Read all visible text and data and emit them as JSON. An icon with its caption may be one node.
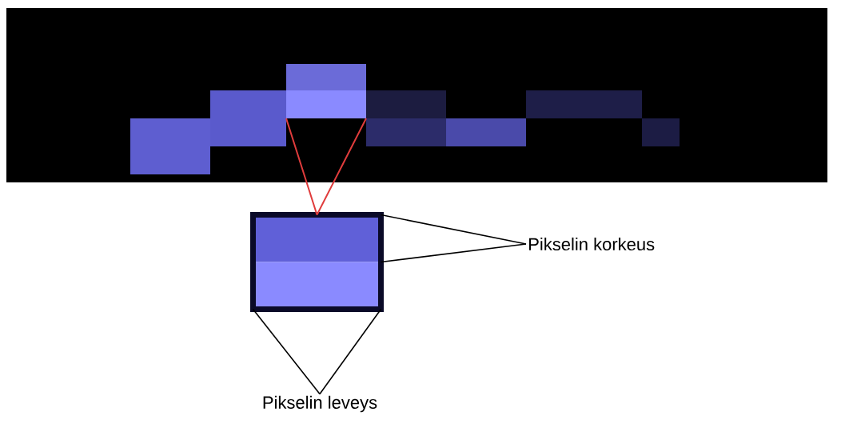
{
  "diagram": {
    "nodes": [
      {
        "text": [],
        "shape": "box"
      },
      {
        "text": [],
        "shape": "box"
      },
      {
        "text": [
          "Pikselin korkeus"
        ]
      },
      {
        "text": [
          "Pikselin leveys"
        ]
      }
    ],
    "edges": [
      {
        "from": 0,
        "to": 1,
        "arrow": "none",
        "color": "#e03c3c"
      },
      {
        "from": 2,
        "to": 1,
        "arrow": "none"
      },
      {
        "from": 2,
        "to": 1,
        "arrow": "none"
      },
      {
        "from": 3,
        "to": 1,
        "arrow": "none"
      },
      {
        "from": 3,
        "to": 1,
        "arrow": "none"
      }
    ]
  }
}
